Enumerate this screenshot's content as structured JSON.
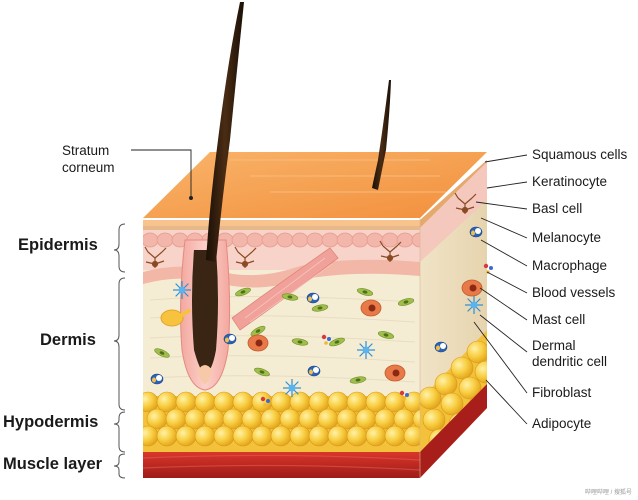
{
  "layers": [
    {
      "id": "epidermis",
      "label": "Epidermis"
    },
    {
      "id": "dermis",
      "label": "Dermis"
    },
    {
      "id": "hypodermis",
      "label": "Hypodermis"
    },
    {
      "id": "muscle",
      "label": "Muscle layer"
    }
  ],
  "top_label": {
    "line1": "Stratum",
    "line2": "corneum"
  },
  "structures": [
    {
      "id": "squamous",
      "label": "Squamous cells"
    },
    {
      "id": "keratinocyte",
      "label": "Keratinocyte"
    },
    {
      "id": "basl",
      "label": "Basl cell"
    },
    {
      "id": "melanocyte",
      "label": "Melanocyte"
    },
    {
      "id": "macrophage",
      "label": "Macrophage"
    },
    {
      "id": "blood",
      "label": "Blood vessels"
    },
    {
      "id": "mast",
      "label": "Mast cell"
    },
    {
      "id": "dendritic",
      "label": "Dermal dendritic cell",
      "line1": "Dermal",
      "line2": "dendritic cell"
    },
    {
      "id": "fibroblast",
      "label": "Fibroblast"
    },
    {
      "id": "adipocyte",
      "label": "Adipocyte"
    }
  ],
  "colors": {
    "stratum_top": "#f7a24e",
    "stratum_side": "#f8c08a",
    "keratinocyte": "#f8cfc6",
    "dermis": "#f6ecd6",
    "fat": "#f6c73a",
    "muscle": "#c22a24",
    "hair": "#2b1a0e",
    "leader": "#222222"
  },
  "watermark": "哔哩哔哩 / 搜狐号"
}
